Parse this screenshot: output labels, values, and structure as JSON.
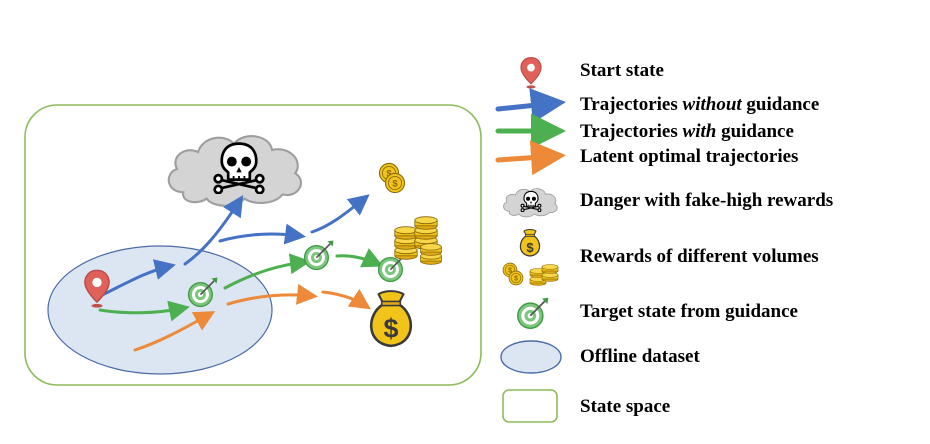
{
  "legend": {
    "start_state": "Start state",
    "traj_without": {
      "prefix": "Trajectories ",
      "emph": "without",
      "suffix": " guidance"
    },
    "traj_with": {
      "prefix": "Trajectories ",
      "emph": "with",
      "suffix": " guidance"
    },
    "latent_optimal": "Latent optimal trajectories",
    "danger": "Danger with fake-high rewards",
    "rewards": "Rewards of different volumes",
    "target": "Target state from guidance",
    "offline": "Offline dataset",
    "state_space": "State space"
  },
  "colors": {
    "blue": "#4472c4",
    "green": "#4cb050",
    "orange": "#ed8a3a",
    "state_space_border": "#8cbc5c",
    "dataset_fill": "#dce6f3",
    "dataset_border": "#4a6aa8",
    "cloud": "#d4d4d4",
    "gold": "#f2c41a",
    "pin": "#e0615a"
  },
  "icons": [
    "map-pin-icon",
    "skull-crossbones-icon",
    "cloud-icon",
    "coin-stack-icon",
    "money-bag-icon",
    "target-dart-icon"
  ]
}
